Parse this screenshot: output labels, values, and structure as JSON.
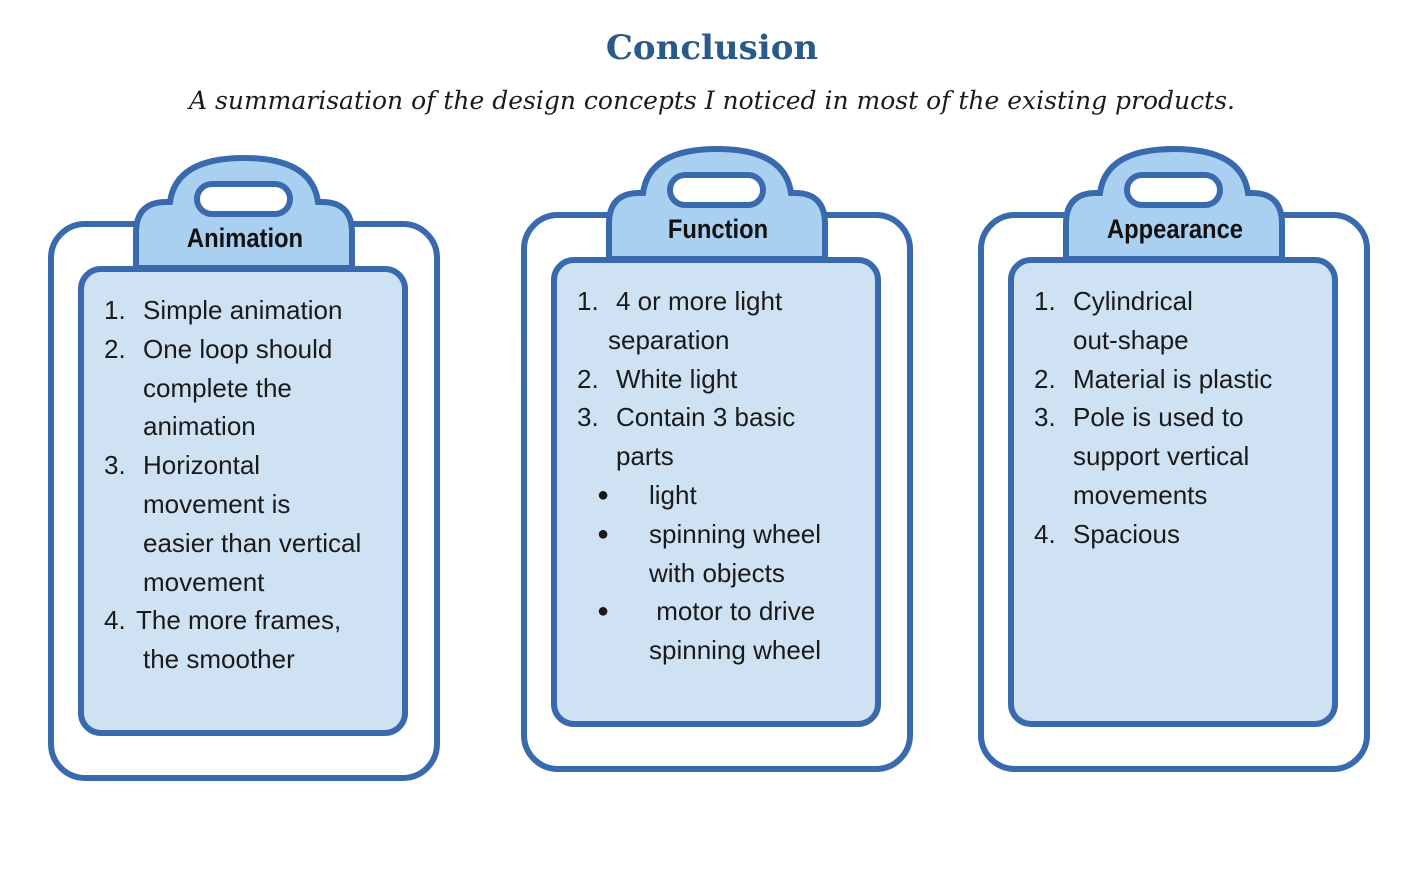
{
  "header": {
    "title": "Conclusion",
    "subtitle": "A summarisation of the design concepts I noticed in most of the existing products."
  },
  "colors": {
    "outline": "#3a6aae",
    "clip_fill": "#a9d0f1",
    "panel_fill": "#cfe2f4",
    "board_fill": "#ffffff",
    "title": "#2a5a8a"
  },
  "cards": [
    {
      "label": "Animation",
      "items": [
        {
          "n": "1.",
          "lines": [
            "Simple animation"
          ]
        },
        {
          "n": "2.",
          "lines": [
            "One loop should",
            "complete the",
            "animation"
          ]
        },
        {
          "n": "3.",
          "lines": [
            "Horizontal",
            "movement is",
            "easier than vertical",
            "movement"
          ]
        },
        {
          "n": "4.",
          "lines": [
            "The more frames,",
            "the smoother"
          ]
        }
      ]
    },
    {
      "label": "Function",
      "items": [
        {
          "n": "1.",
          "lines": [
            "4 or more light",
            "separation"
          ]
        },
        {
          "n": "2.",
          "lines": [
            "White light"
          ]
        },
        {
          "n": "3.",
          "lines": [
            "Contain 3 basic",
            "parts"
          ]
        }
      ],
      "bullets": [
        {
          "lines": [
            "light"
          ]
        },
        {
          "lines": [
            "spinning wheel",
            "with objects"
          ]
        },
        {
          "lines": [
            " motor to drive",
            "spinning wheel"
          ]
        }
      ]
    },
    {
      "label": "Appearance",
      "items": [
        {
          "n": "1.",
          "lines": [
            "Cylindrical",
            "out-shape"
          ]
        },
        {
          "n": "2.",
          "lines": [
            "Material is plastic"
          ]
        },
        {
          "n": "3.",
          "lines": [
            "Pole is used to",
            "support vertical",
            "movements"
          ]
        },
        {
          "n": "4.",
          "lines": [
            "Spacious"
          ]
        }
      ]
    }
  ]
}
